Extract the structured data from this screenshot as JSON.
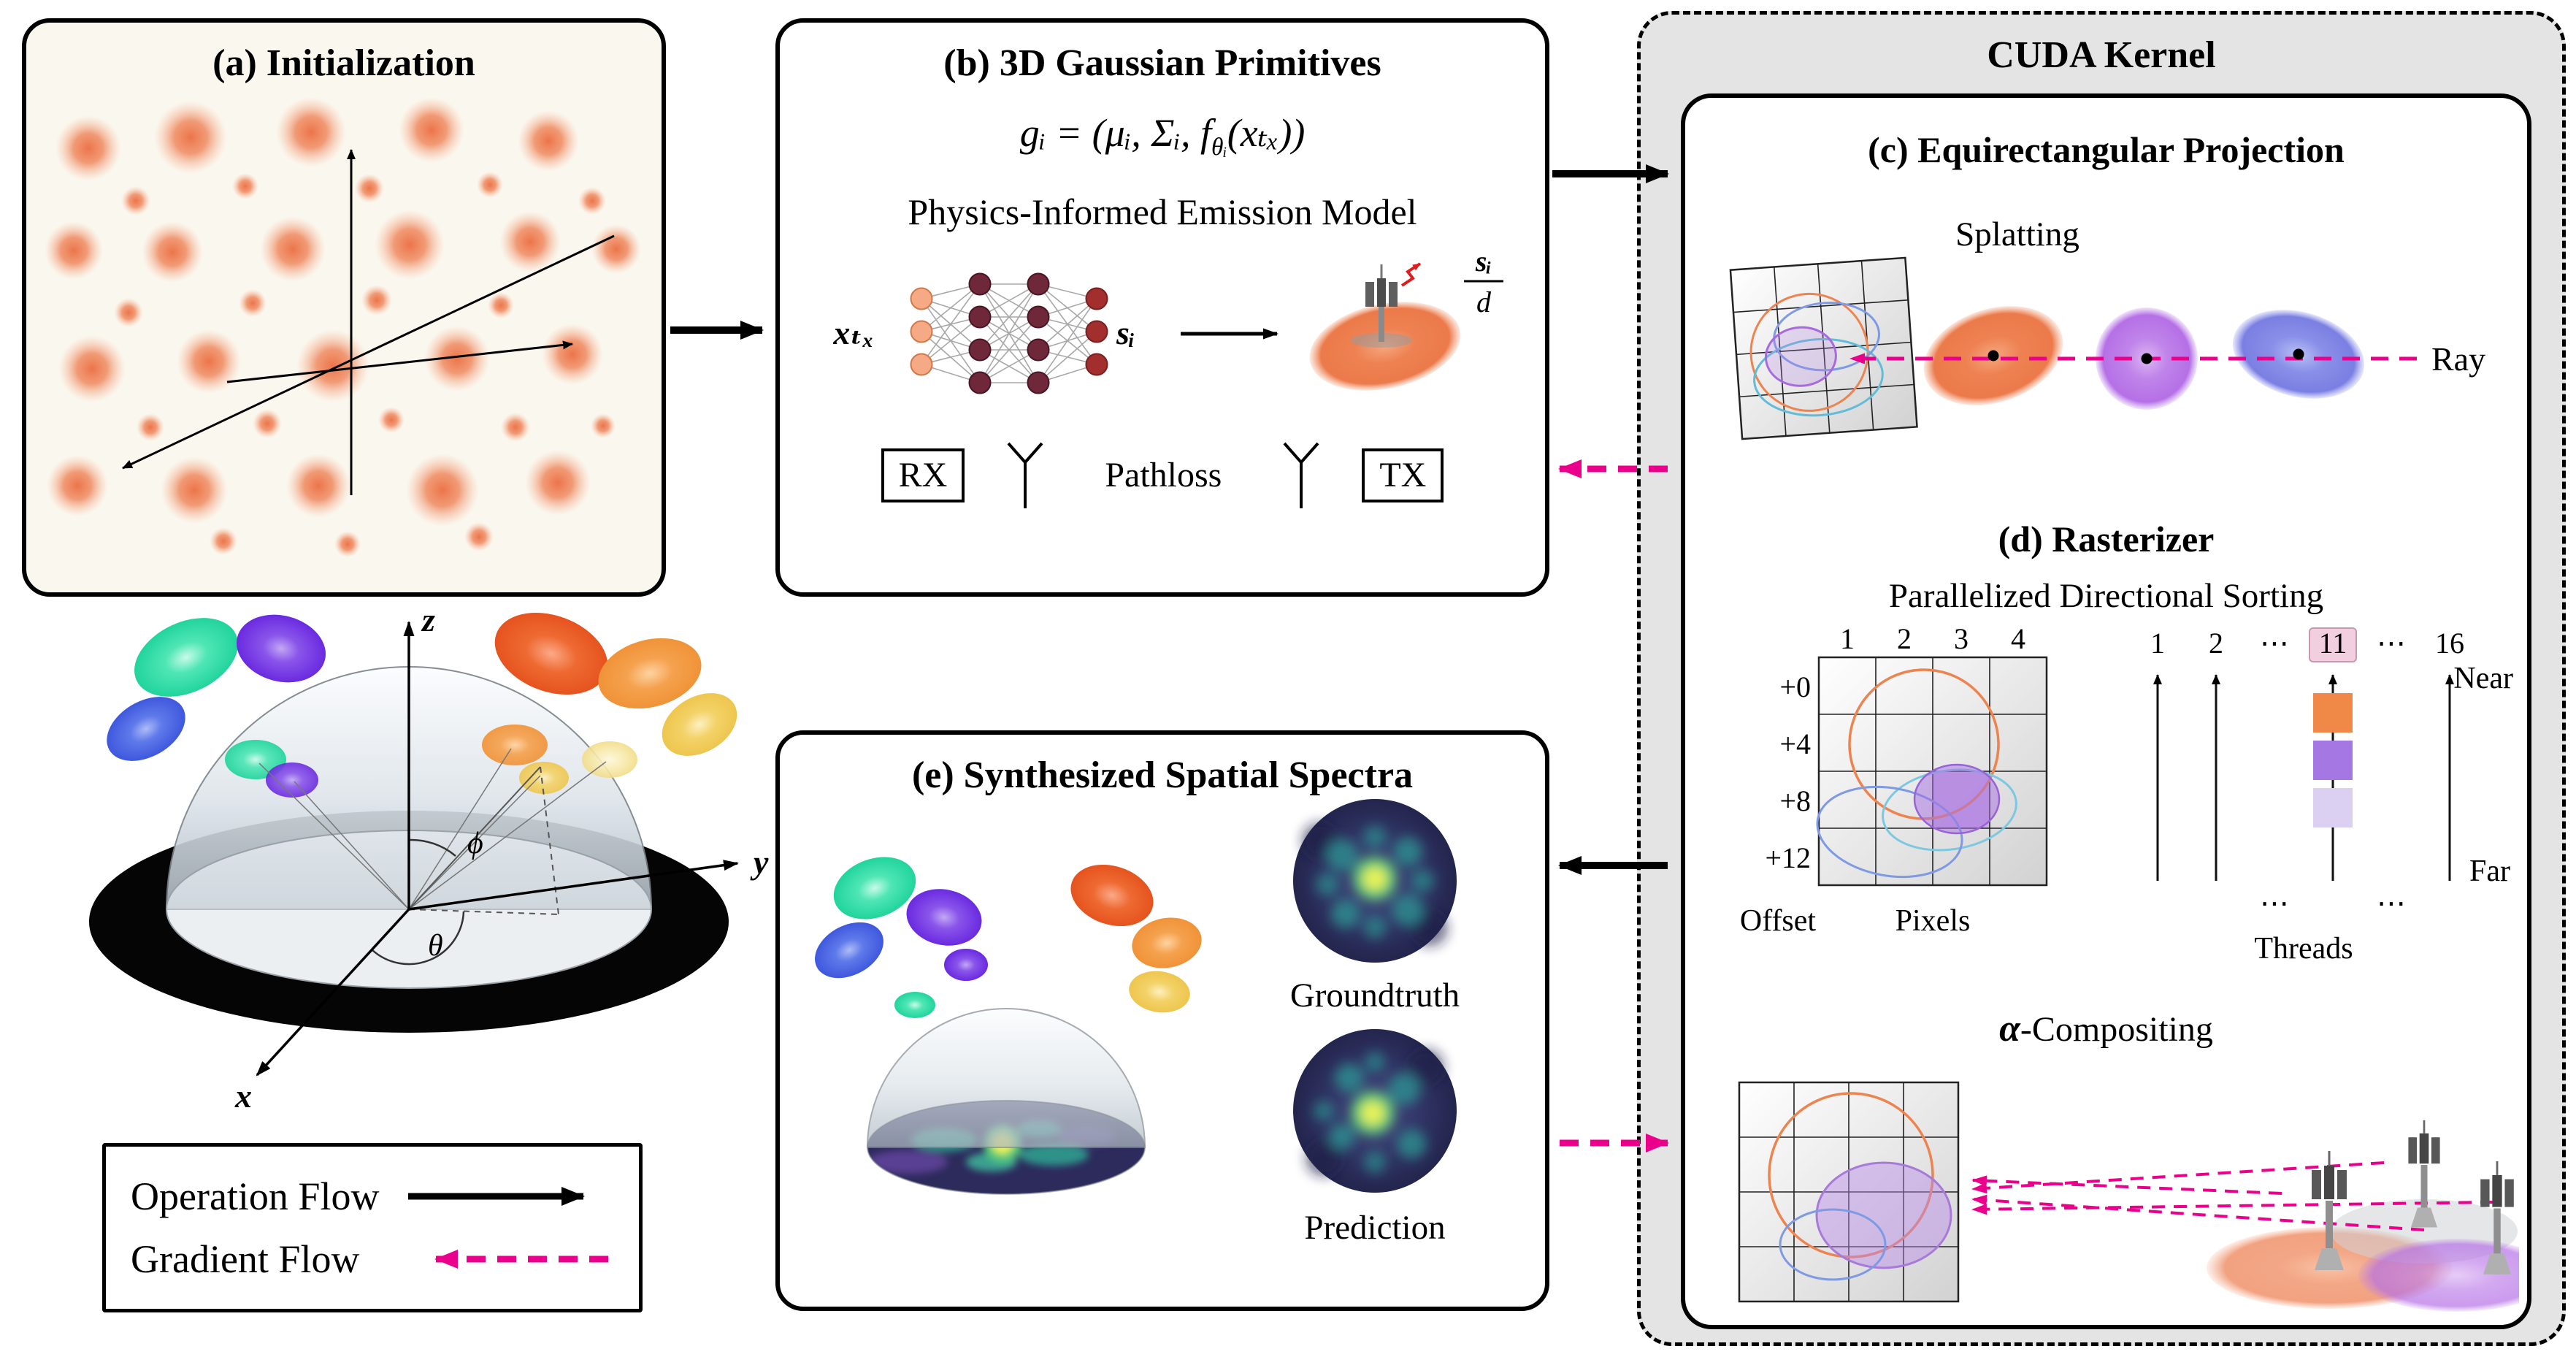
{
  "panel_a": {
    "title": "(a) Initialization"
  },
  "panel_b": {
    "title": "(b) 3D Gaussian Primitives",
    "formula": {
      "g": "gᵢ",
      "eq": " = (",
      "mu": "μᵢ, ",
      "sigma": "Σᵢ, ",
      "f": "f",
      "f_sub": "θᵢ",
      "arg": "(xₜₓ",
      "close": "))"
    },
    "emission_title": "Physics-Informed Emission Model",
    "nn_input": "xₜₓ",
    "nn_output": "sᵢ",
    "frac_num": "sᵢ",
    "frac_den": "d",
    "rx": "RX",
    "pathloss": "Pathloss",
    "tx": "TX"
  },
  "cuda": {
    "title": "CUDA Kernel",
    "c": {
      "title": "(c) Equirectangular Projection",
      "splatting": "Splatting",
      "ray": "Ray"
    },
    "d": {
      "title": "(d) Rasterizer",
      "subtitle": "Parallelized Directional Sorting",
      "pixel_cols": [
        "1",
        "2",
        "3",
        "4"
      ],
      "offsets": [
        "+0",
        "+4",
        "+8",
        "+12"
      ],
      "offset_label": "Offset",
      "pixels_label": "Pixels",
      "thread_labels": [
        "1",
        "2",
        "⋯",
        "11",
        "⋯",
        "16"
      ],
      "near": "Near",
      "far": "Far",
      "dots": "⋯",
      "threads_label": "Threads",
      "alpha": "α",
      "compositing_rest": "-Compositing"
    }
  },
  "panel_e": {
    "title": "(e) Synthesized Spatial Spectra",
    "groundtruth": "Groundtruth",
    "prediction": "Prediction"
  },
  "axes3d": {
    "z": "z",
    "y": "y",
    "x": "x",
    "phi": "ϕ",
    "theta": "θ"
  },
  "legend": {
    "operation": "Operation Flow",
    "gradient": "Gradient Flow"
  },
  "colors": {
    "gradient_flow": "#EB008B",
    "operation_flow": "#000000",
    "gaussian_orange": "#EE8152",
    "gaussian_purple": "#B570E6",
    "gaussian_blue": "#7A7FE2"
  }
}
